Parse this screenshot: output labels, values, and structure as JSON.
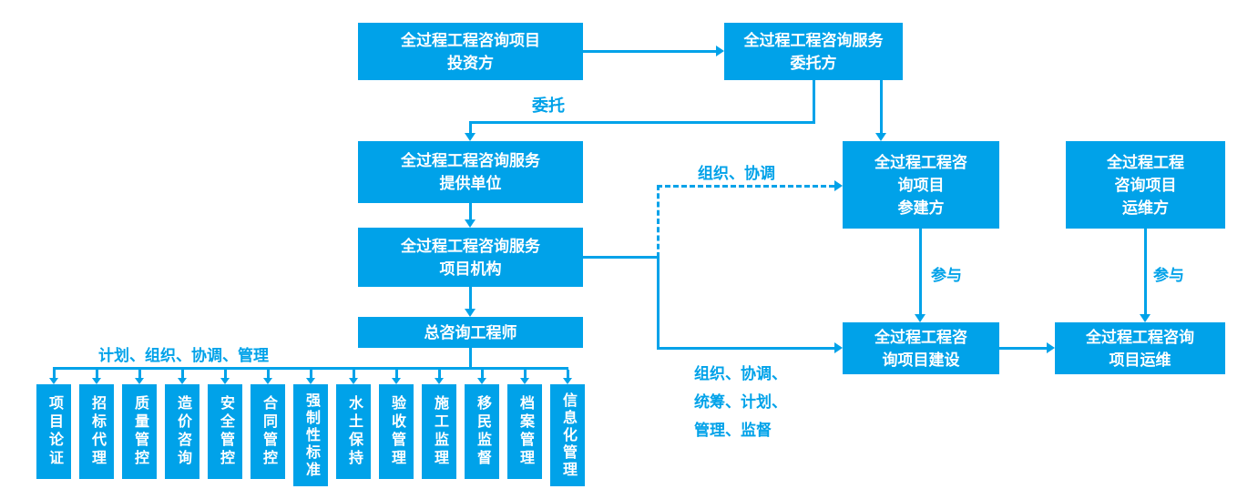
{
  "colors": {
    "accent": "#00a2e9",
    "box_text": "#ffffff"
  },
  "boxes": {
    "investor": "全过程工程咨询项目\n投资方",
    "client": "全过程工程咨询服务\n委托方",
    "provider": "全过程工程咨询服务\n提供单位",
    "project_org": "全过程工程咨询服务\n项目机构",
    "chief_engineer": "总咨询工程师",
    "participants": "全过程工程咨\n询项目\n参建方",
    "ops_party": "全过程工程\n咨询项目\n运维方",
    "construction": "全过程工程咨\n询项目建设",
    "operation": "全过程工程咨询\n项目运维"
  },
  "edge_labels": {
    "entrust": "委托",
    "plan_organize_coordinate_manage": "计划、组织、协调、管理",
    "organize_coordinate": "组织、协调",
    "organize_coordinate_plan_manage_supervise": "组织、协调、\n统筹、计划、\n管理、监督",
    "participate": "参与"
  },
  "task_boxes": [
    "项目论证",
    "招标代理",
    "质量管控",
    "造价咨询",
    "安全管控",
    "合同管控",
    "强制性标准",
    "水土保持",
    "验收管理",
    "施工监理",
    "移民监督",
    "档案管理",
    "信息化管理"
  ]
}
